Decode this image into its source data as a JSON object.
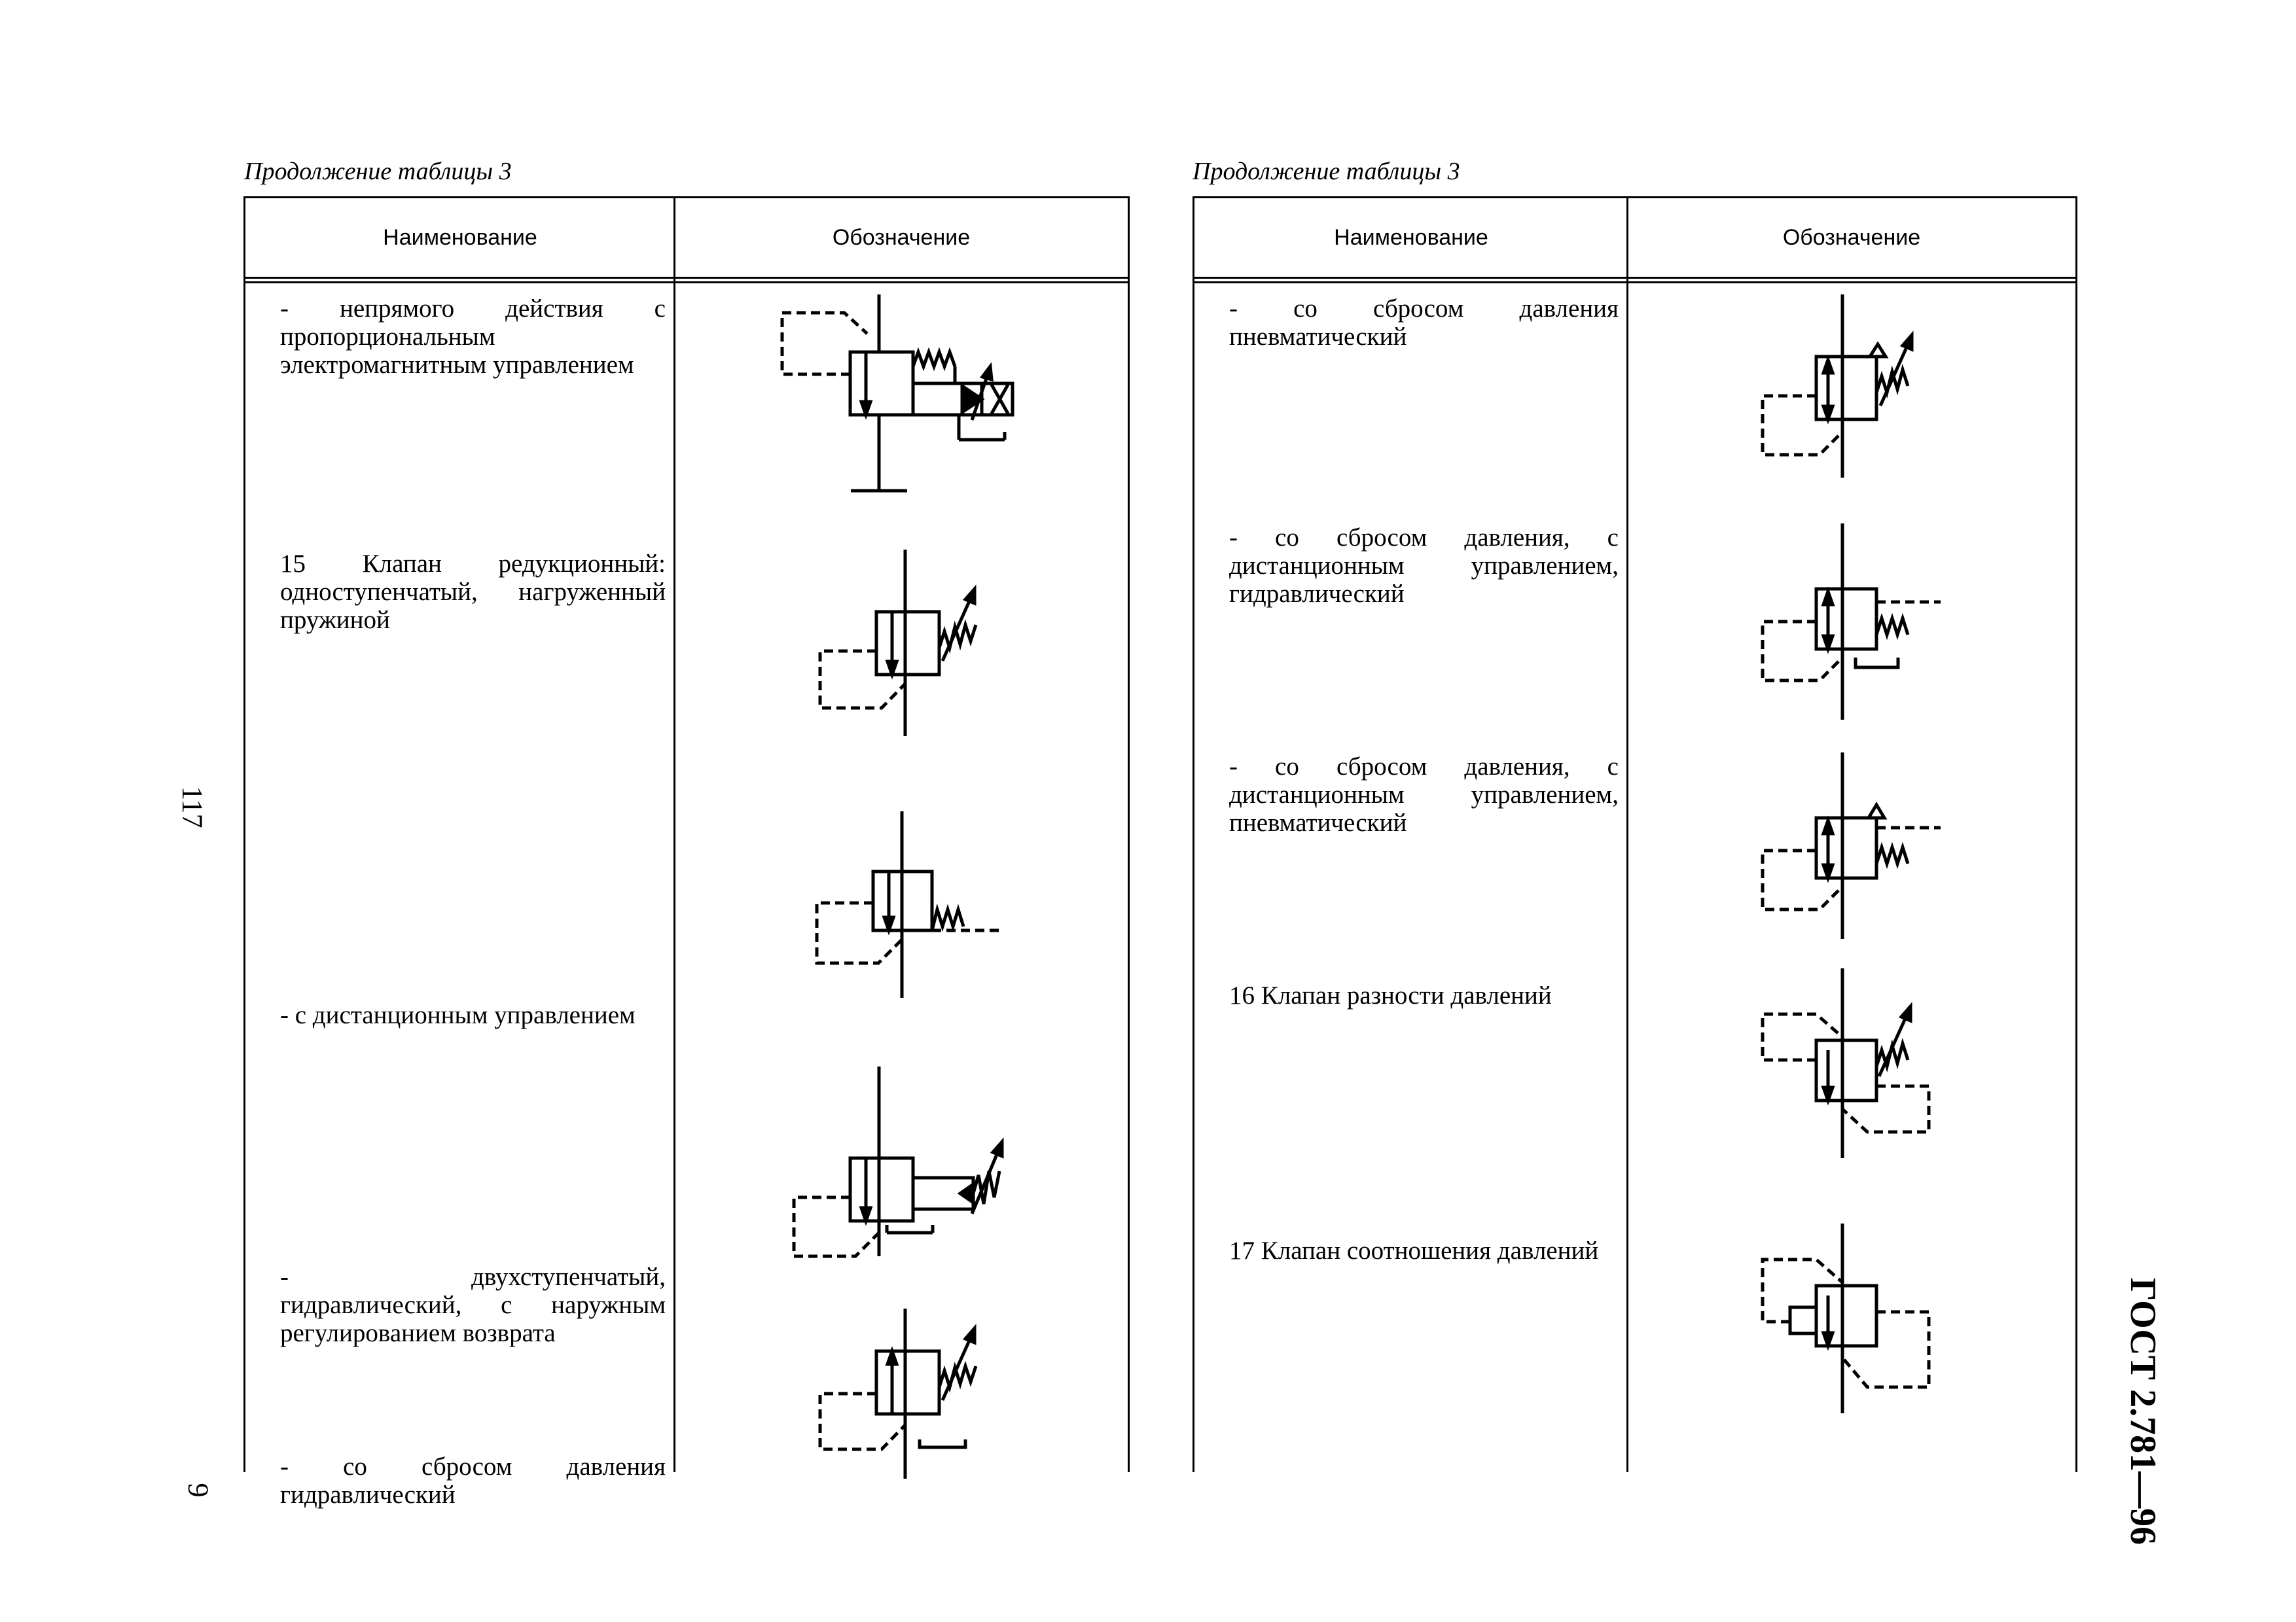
{
  "left_page": {
    "caption": "Продолжение таблицы 3",
    "headers": {
      "name": "Наименование",
      "symbol": "Обозначение"
    },
    "rows": [
      {
        "text": "- непрямого действия с пропорциональным электромагнитным управлением",
        "symbol": "reducing-valve-indirect-proportional-electromagnetic"
      },
      {
        "text": "15 Клапан редукционный: одноступенчатый, нагруженный пружиной",
        "symbol": "reducing-valve-single-stage-spring"
      },
      {
        "text": "- с дистанционным управлением",
        "symbol": "reducing-valve-remote-control"
      },
      {
        "text": "- двухступенчатый, гидравлический, с наружным регулированием возврата",
        "symbol": "reducing-valve-two-stage-hydraulic"
      },
      {
        "text": "- со сбросом давления гидравлический",
        "symbol": "reducing-valve-relief-hydraulic"
      }
    ],
    "page_number": "117",
    "sheet_number": "9"
  },
  "right_page": {
    "caption": "Продолжение таблицы 3",
    "headers": {
      "name": "Наименование",
      "symbol": "Обозначение"
    },
    "rows": [
      {
        "text": "- со сбросом давления пневматический",
        "symbol": "reducing-valve-relief-pneumatic"
      },
      {
        "text": "- со сбросом давления, с дистанционным управлением, гидравлический",
        "symbol": "reducing-valve-relief-remote-hydraulic"
      },
      {
        "text": "- со сбросом давления, с дистанционным управлением, пневматический",
        "symbol": "reducing-valve-relief-remote-pneumatic"
      },
      {
        "text": "16 Клапан разности давлений",
        "symbol": "pressure-difference-valve"
      },
      {
        "text": "17 Клапан соотношения давлений",
        "symbol": "pressure-ratio-valve"
      }
    ],
    "standard": "ГОСТ 2.781—96"
  }
}
